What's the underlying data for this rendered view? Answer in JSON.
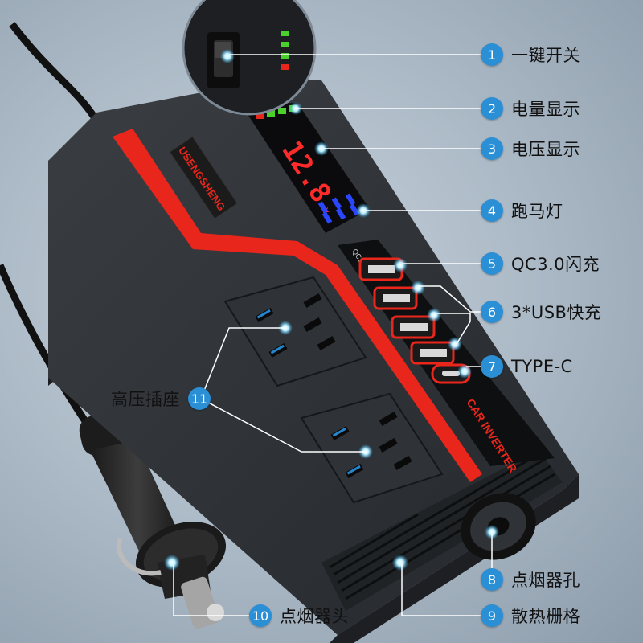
{
  "screen_display": {
    "voltage": "12.8",
    "unit": "V"
  },
  "device_text": {
    "brand": "USENGSHENG",
    "product": "CAR INVERTER",
    "port_label": "QC3.0"
  },
  "callouts": [
    {
      "num": "1",
      "text": "一键开关"
    },
    {
      "num": "2",
      "text": "电量显示"
    },
    {
      "num": "3",
      "text": "电压显示"
    },
    {
      "num": "4",
      "text": "跑马灯"
    },
    {
      "num": "5",
      "text": "QC3.0闪充"
    },
    {
      "num": "6",
      "text": "3*USB快充"
    },
    {
      "num": "7",
      "text": "TYPE-C"
    },
    {
      "num": "8",
      "text": "点烟器孔"
    },
    {
      "num": "9",
      "text": "散热栅格"
    },
    {
      "num": "10",
      "text": "点烟器头"
    },
    {
      "num": "11",
      "text": "高压插座"
    }
  ],
  "colors": {
    "accent_blue": "#2b8fd6",
    "red_stripe": "#e8261c",
    "body": "#2a2d31"
  }
}
